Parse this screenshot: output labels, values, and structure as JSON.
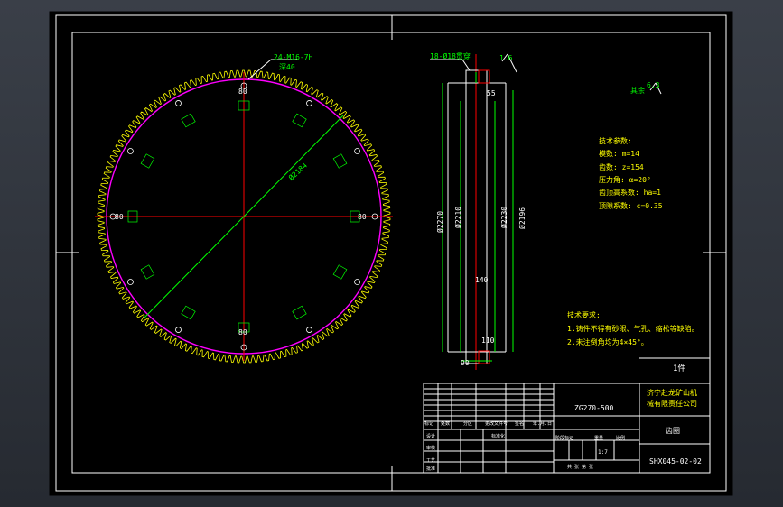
{
  "gear_view": {
    "hole_spec": "24-M16-7H",
    "depth_label": "深40",
    "diameter_label": "Ø2184",
    "dim_label": "80"
  },
  "section_view": {
    "top_chamfer": "18-Ø18贯穿",
    "surface_finish": "1.6",
    "top_dim": "55",
    "dia_1": "Ø2270",
    "dia_2": "Ø2210",
    "dia_3": "Ø2230",
    "dia_4": "Ø2196",
    "width_dim": "140",
    "bottom_dim": "90",
    "bottom_chamfer": "110"
  },
  "other_finish": "其余",
  "other_finish_value": "6.3",
  "tech_params": {
    "title": "技术参数:",
    "module": "模数: m=14",
    "teeth": "齿数: z=154",
    "pressure_angle": "压力角: α=20°",
    "addendum": "齿顶高系数: ha=1",
    "clearance": "顶隙系数: c=0.35"
  },
  "tech_requirements": {
    "title": "技术要求:",
    "line1": "1.铸件不得有砂眼、气孔、缩松等缺陷。",
    "line2": "2.未注倒角均为4×45°。"
  },
  "title_block": {
    "quantity": "1件",
    "material": "ZG270-500",
    "company_line1": "济宁赴龙矿山机",
    "company_line2": "械有限责任公司",
    "part_name": "齿圈",
    "drawing_no": "SHX045-02-02",
    "scale_hint": "1:7",
    "row_headers": [
      "标记",
      "处数",
      "分区",
      "更改文件号",
      "签名",
      "年.月.日"
    ],
    "row_designer": "设计",
    "row_check": "审核",
    "row_craft": "工艺",
    "row_standard": "标准化",
    "row_approve": "批准",
    "stage_label": "阶段标记",
    "weight_label": "重量",
    "ratio_label": "比例",
    "sheet_label": "共 张 第 张"
  },
  "colors": {
    "background": "#000000",
    "frame": "#ffffff",
    "gear_teeth": "#ffff00",
    "root_circle": "#ff00ff",
    "center_lines": "#ff0000",
    "dimensions": "#00ff00",
    "window": "#2b2f36"
  }
}
